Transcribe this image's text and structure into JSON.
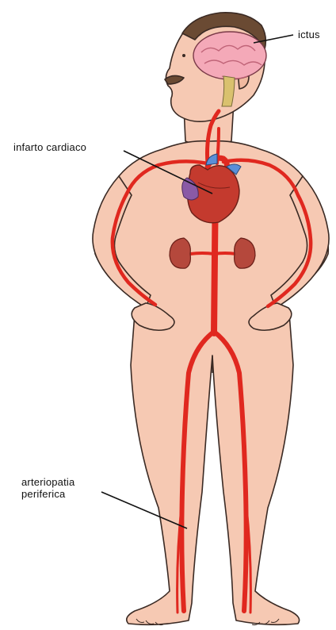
{
  "labels": {
    "ictus": "ictus",
    "infarto": "infarto cardiaco",
    "arterio_line1": "arteriopatia",
    "arterio_line2": "periferica"
  },
  "colors": {
    "skin": "#f6c9b3",
    "skin_shadow": "#e8ab92",
    "outline": "#3a2a24",
    "artery": "#e0281f",
    "artery_dark": "#b81812",
    "brain": "#f4a9b8",
    "heart": "#c43a2e",
    "vein_blue": "#5a8fd8",
    "kidney": "#b5483c",
    "hair": "#6a4a33"
  }
}
